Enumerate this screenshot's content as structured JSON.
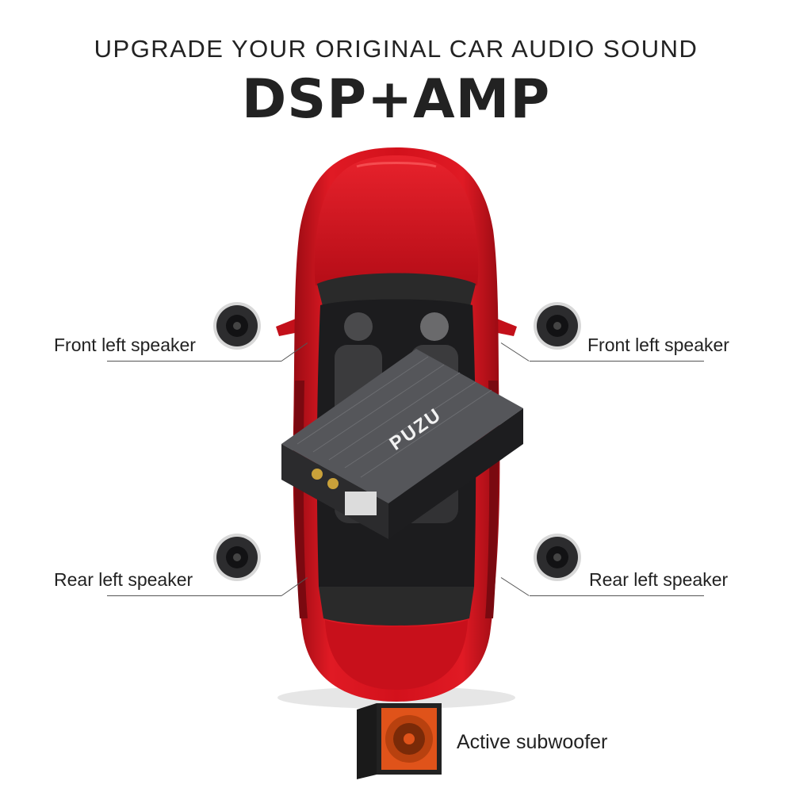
{
  "header": {
    "headline": "UPGRADE YOUR ORIGINAL CAR AUDIO SOUND",
    "product": "DSP+AMP"
  },
  "amplifier": {
    "brand": "PUZU"
  },
  "speakers": {
    "front_left_a": "Front left speaker",
    "front_left_b": "Front left speaker",
    "rear_left_a": "Rear left speaker",
    "rear_left_b": "Rear left speaker",
    "subwoofer": "Active subwoofer"
  },
  "colors": {
    "car_body": "#d3111c",
    "car_dark": "#8e0a12",
    "amp_body": "#3a3a3c",
    "sub_accent": "#e0531a"
  }
}
